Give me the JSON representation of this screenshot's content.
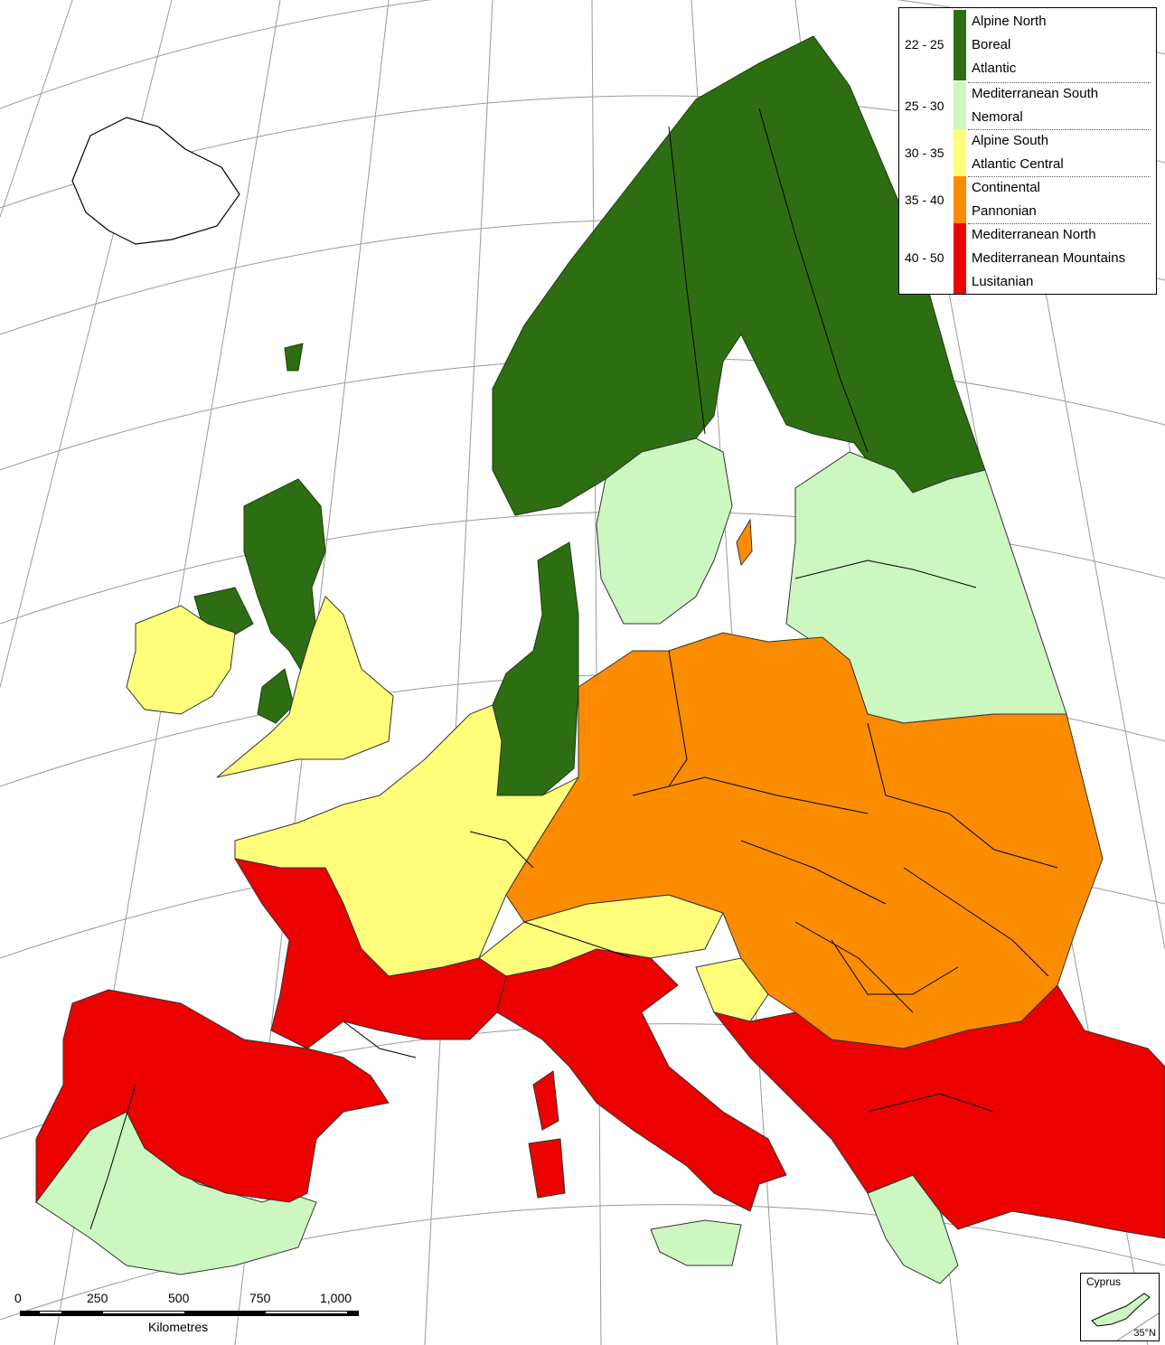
{
  "colors": {
    "c22_25": "#2d6e12",
    "c25_30": "#ccf7c0",
    "c30_35": "#fffd7a",
    "c35_40": "#fb8c00",
    "c40_50": "#ed0000"
  },
  "legend": {
    "groups": [
      {
        "range": "22 - 25",
        "color_key": "c22_25",
        "zones": [
          "Alpine North",
          "Boreal",
          "Atlantic"
        ]
      },
      {
        "range": "25 - 30",
        "color_key": "c25_30",
        "zones": [
          "Mediterranean South",
          "Nemoral"
        ]
      },
      {
        "range": "30 - 35",
        "color_key": "c30_35",
        "zones": [
          "Alpine South",
          "Atlantic Central"
        ]
      },
      {
        "range": "35 - 40",
        "color_key": "c35_40",
        "zones": [
          "Continental",
          "Pannonian"
        ]
      },
      {
        "range": "40 - 50",
        "color_key": "c40_50",
        "zones": [
          "Mediterranean North",
          "Mediterranean Mountains",
          "Lusitanian"
        ]
      }
    ]
  },
  "scale": {
    "ticks": [
      "0",
      "250",
      "500",
      "750",
      "1,000"
    ],
    "unit": "Kilometres"
  },
  "inset": {
    "title": "Cyprus",
    "latitude": "35°N"
  }
}
